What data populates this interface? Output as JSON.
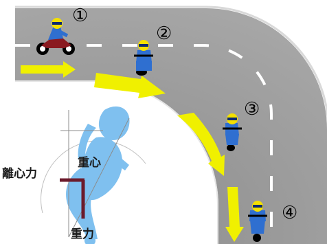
{
  "positions": [
    {
      "label": "①"
    },
    {
      "label": "②"
    },
    {
      "label": "③"
    },
    {
      "label": "④"
    }
  ],
  "forces": {
    "centrifugal": "離心力",
    "center_of_gravity": "重心",
    "gravity": "重力"
  },
  "colors": {
    "road": "#9c9c9c",
    "road_edge": "#d9d9d9",
    "lane_marking": "#ffffff",
    "direction_arrow": "#f0f000",
    "rider_suit": "#2f6fd0",
    "helmet": "#f4e000",
    "figure_fill": "#7fc0ef",
    "force_vector": "#6b1a2b",
    "guide_line": "#8c8c8c"
  },
  "icons": [
    "motorcycle-icon",
    "rider-icon",
    "direction-arrow-icon"
  ]
}
